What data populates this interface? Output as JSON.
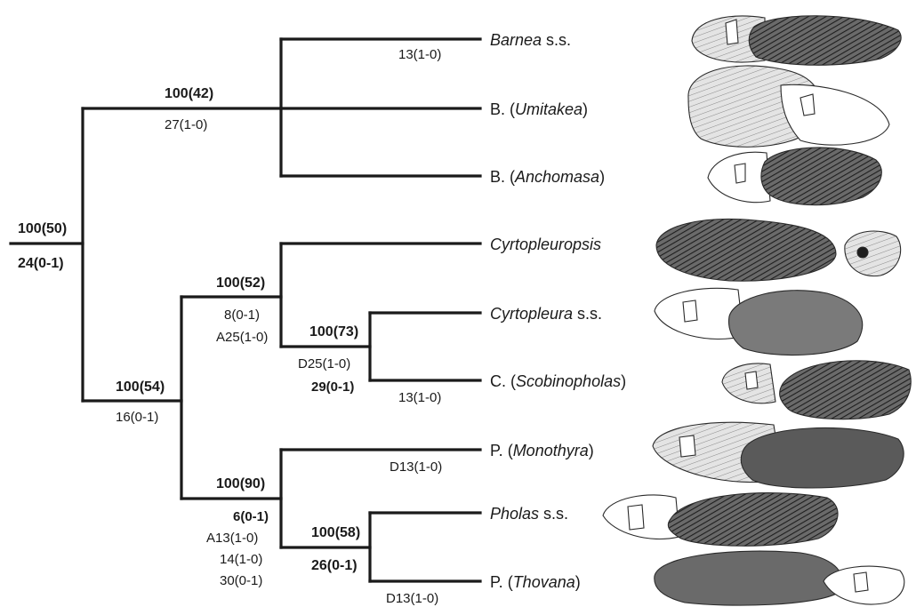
{
  "tree": {
    "root_support": "100(50)",
    "root_char": "24(0-1)",
    "clades": {
      "barnea_clade": {
        "support": "100(42)",
        "chars": [
          "27(1-0)"
        ]
      },
      "lower_clade": {
        "support": "100(54)",
        "chars": [
          "16(0-1)"
        ]
      },
      "cyrtopleura_group": {
        "support": "100(52)",
        "chars": [
          "8(0-1)",
          "A25(1-0)"
        ]
      },
      "cyrtopleura_pair": {
        "support": "100(73)",
        "chars": [
          "D25(1-0)",
          "29(0-1)"
        ]
      },
      "pholas_group": {
        "support": "100(90)",
        "chars": [
          "6(0-1)",
          "A13(1-0)",
          "14(1-0)",
          "30(0-1)"
        ]
      },
      "pholas_pair": {
        "support": "100(58)",
        "chars": [
          "26(0-1)"
        ]
      }
    },
    "taxa": [
      {
        "italic": "Barnea",
        "suffix": " s.s.",
        "branch_char": "13(1-0)",
        "illustration": "barnea-shell"
      },
      {
        "prefix": "B. (",
        "italic": "Umitakea",
        "suffix": ")",
        "illustration": "umitakea-shell"
      },
      {
        "prefix": "B. (",
        "italic": "Anchomasa",
        "suffix": ")",
        "illustration": "anchomasa-shell"
      },
      {
        "italic": "Cyrtopleuropsis",
        "illustration": "cyrtopleuropsis-shell"
      },
      {
        "italic": "Cyrtopleura",
        "suffix": " s.s.",
        "illustration": "cyrtopleura-shell"
      },
      {
        "prefix": "C. (",
        "italic": "Scobinopholas",
        "suffix": ")",
        "branch_char": "13(1-0)",
        "illustration": "scobinopholas-shell"
      },
      {
        "prefix": "P. (",
        "italic": "Monothyra",
        "suffix": ")",
        "branch_char": "D13(1-0)",
        "illustration": "monothyra-shell"
      },
      {
        "italic": "Pholas",
        "suffix": " s.s.",
        "illustration": "pholas-shell"
      },
      {
        "prefix": "P. (",
        "italic": "Thovana",
        "suffix": ")",
        "branch_char": "D13(1-0)",
        "illustration": "thovana-shell"
      }
    ]
  }
}
